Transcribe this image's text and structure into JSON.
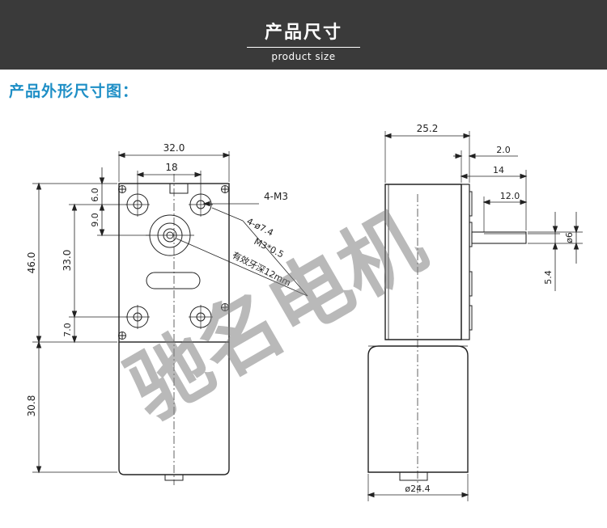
{
  "header": {
    "title": "产品尺寸",
    "subtitle": "product size"
  },
  "section": {
    "title": "产品外形尺寸图："
  },
  "watermark": "驰名电机",
  "front_view": {
    "dim_width": "32.0",
    "dim_hole_spacing": "18",
    "dim_height": "46.0",
    "dim_top": "6.0",
    "dim_shaft_offset": "9.0",
    "dim_mid": "33.0",
    "dim_bottom": "7.0",
    "dim_motor": "30.8",
    "label_holes": "4-M3",
    "label_bosses": "4-ø7.4",
    "label_thread": "M3*0.5",
    "label_depth": "有效牙深12mm"
  },
  "side_view": {
    "dim_depth": "25.2",
    "dim_a": "2.0",
    "dim_b": "14",
    "dim_shaft_len": "12.0",
    "dim_shaft_dia": "ø6",
    "dim_flat": "5.4",
    "dim_motor_dia": "ø24.4"
  },
  "colors": {
    "banner": "#3a3a3a",
    "accent": "#1f8fc6",
    "line": "#222222"
  }
}
